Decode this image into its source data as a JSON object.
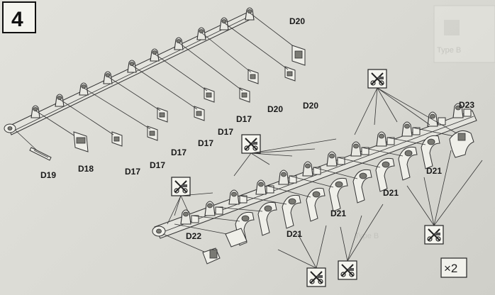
{
  "step": {
    "number": "4"
  },
  "multiplier": {
    "text": "×2"
  },
  "faded_text": {
    "tab": "Type B",
    "bottom": "Type B"
  },
  "labels": {
    "d20_top": "D20",
    "d20_mid": "D20",
    "d20_right": "D20",
    "d17_a": "D17",
    "d17_b": "D17",
    "d17_c": "D17",
    "d17_d": "D17",
    "d17_e": "D17",
    "d17_f": "D17",
    "d18": "D18",
    "d19": "D19",
    "d23": "D23",
    "d21_a": "D21",
    "d21_b": "D21",
    "d21_c": "D21",
    "d21_d": "D21",
    "d22": "D22"
  },
  "icons": [
    "cut-from-sprue-icon",
    "cut-from-sprue-icon",
    "cut-from-sprue-icon",
    "cut-from-sprue-icon",
    "cut-from-sprue-icon",
    "cut-from-sprue-icon"
  ]
}
